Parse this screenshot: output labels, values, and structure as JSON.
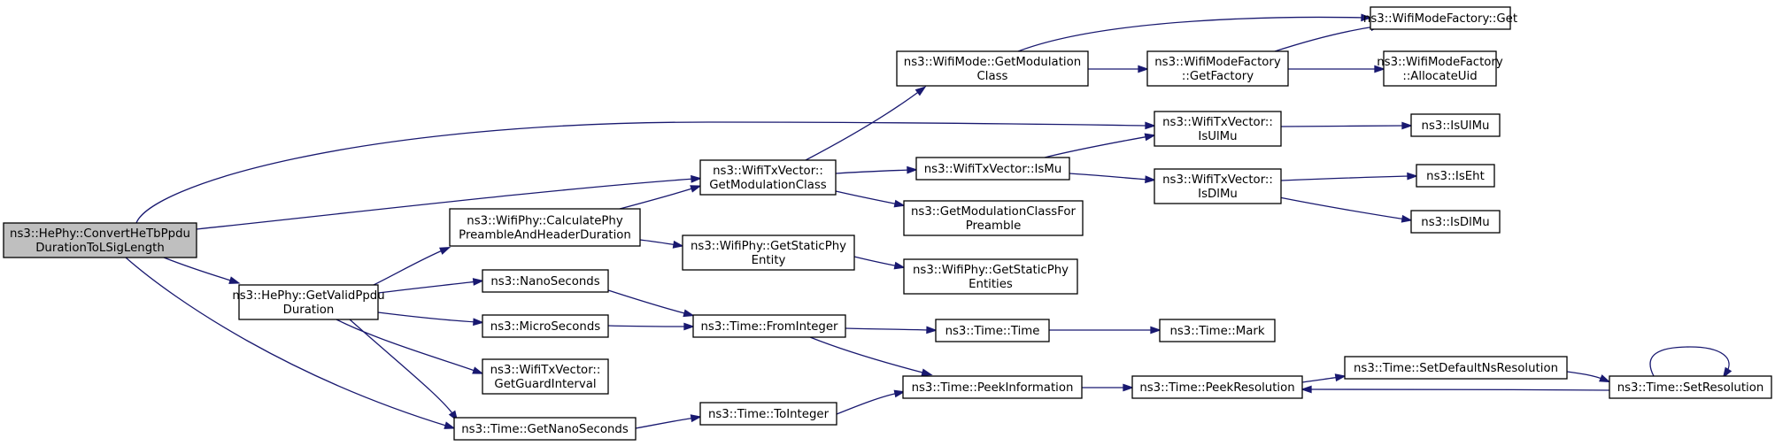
{
  "nodes": [
    {
      "id": "root",
      "lines": [
        "ns3::HePhy::ConvertHeTbPpdu",
        "DurationToLSigLength"
      ],
      "root": true
    },
    {
      "id": "getvalidppdu",
      "lines": [
        "ns3::HePhy::GetValidPpdu",
        "Duration"
      ]
    },
    {
      "id": "getnanoseconds",
      "lines": [
        "ns3::Time::GetNanoSeconds"
      ]
    },
    {
      "id": "calcphypreamble",
      "lines": [
        "ns3::WifiPhy::CalculatePhy",
        "PreambleAndHeaderDuration"
      ]
    },
    {
      "id": "nanoseconds",
      "lines": [
        "ns3::NanoSeconds"
      ]
    },
    {
      "id": "microseconds",
      "lines": [
        "ns3::MicroSeconds"
      ]
    },
    {
      "id": "getguardinterval",
      "lines": [
        "ns3::WifiTxVector::",
        "GetGuardInterval"
      ]
    },
    {
      "id": "getmodclass_txv",
      "lines": [
        "ns3::WifiTxVector::",
        "GetModulationClass"
      ]
    },
    {
      "id": "getstaticphyentity",
      "lines": [
        "ns3::WifiPhy::GetStaticPhy",
        "Entity"
      ]
    },
    {
      "id": "frominteger",
      "lines": [
        "ns3::Time::FromInteger"
      ]
    },
    {
      "id": "tointeger",
      "lines": [
        "ns3::Time::ToInteger"
      ]
    },
    {
      "id": "getmodclass_mode",
      "lines": [
        "ns3::WifiMode::GetModulation",
        "Class"
      ]
    },
    {
      "id": "ismu",
      "lines": [
        "ns3::WifiTxVector::IsMu"
      ]
    },
    {
      "id": "getmodclassforpreamble",
      "lines": [
        "ns3::GetModulationClassFor",
        "Preamble"
      ]
    },
    {
      "id": "getstaticphyentities",
      "lines": [
        "ns3::WifiPhy::GetStaticPhy",
        "Entities"
      ]
    },
    {
      "id": "timetime",
      "lines": [
        "ns3::Time::Time"
      ]
    },
    {
      "id": "peekinformation",
      "lines": [
        "ns3::Time::PeekInformation"
      ]
    },
    {
      "id": "getfactory",
      "lines": [
        "ns3::WifiModeFactory",
        "::GetFactory"
      ]
    },
    {
      "id": "isulmu_txv",
      "lines": [
        "ns3::WifiTxVector::",
        "IsUlMu"
      ]
    },
    {
      "id": "isdlmu_txv",
      "lines": [
        "ns3::WifiTxVector::",
        "IsDlMu"
      ]
    },
    {
      "id": "mark",
      "lines": [
        "ns3::Time::Mark"
      ]
    },
    {
      "id": "peekresolution",
      "lines": [
        "ns3::Time::PeekResolution"
      ]
    },
    {
      "id": "factoryget",
      "lines": [
        "ns3::WifiModeFactory::Get"
      ]
    },
    {
      "id": "allocateuid",
      "lines": [
        "ns3::WifiModeFactory",
        "::AllocateUid"
      ]
    },
    {
      "id": "isulmu",
      "lines": [
        "ns3::IsUlMu"
      ]
    },
    {
      "id": "iseht",
      "lines": [
        "ns3::IsEht"
      ]
    },
    {
      "id": "isdlmu",
      "lines": [
        "ns3::IsDlMu"
      ]
    },
    {
      "id": "setdefaultnsres",
      "lines": [
        "ns3::Time::SetDefaultNsResolution"
      ]
    },
    {
      "id": "setresolution",
      "lines": [
        "ns3::Time::SetResolution"
      ]
    }
  ],
  "edges": [
    [
      "root",
      "isulmu_txv"
    ],
    [
      "root",
      "getmodclass_txv"
    ],
    [
      "root",
      "getvalidppdu"
    ],
    [
      "root",
      "getnanoseconds"
    ],
    [
      "getvalidppdu",
      "calcphypreamble"
    ],
    [
      "getvalidppdu",
      "nanoseconds"
    ],
    [
      "getvalidppdu",
      "microseconds"
    ],
    [
      "getvalidppdu",
      "getguardinterval"
    ],
    [
      "getvalidppdu",
      "getnanoseconds"
    ],
    [
      "calcphypreamble",
      "getmodclass_txv"
    ],
    [
      "calcphypreamble",
      "getstaticphyentity"
    ],
    [
      "nanoseconds",
      "frominteger"
    ],
    [
      "microseconds",
      "frominteger"
    ],
    [
      "getnanoseconds",
      "tointeger"
    ],
    [
      "getmodclass_txv",
      "getmodclass_mode"
    ],
    [
      "getmodclass_txv",
      "ismu"
    ],
    [
      "getmodclass_txv",
      "getmodclassforpreamble"
    ],
    [
      "getstaticphyentity",
      "getstaticphyentities"
    ],
    [
      "frominteger",
      "timetime"
    ],
    [
      "frominteger",
      "peekinformation"
    ],
    [
      "tointeger",
      "peekinformation"
    ],
    [
      "getmodclass_mode",
      "factoryget"
    ],
    [
      "getmodclass_mode",
      "getfactory"
    ],
    [
      "ismu",
      "isulmu_txv"
    ],
    [
      "ismu",
      "isdlmu_txv"
    ],
    [
      "timetime",
      "mark"
    ],
    [
      "peekinformation",
      "peekresolution"
    ],
    [
      "getfactory",
      "factoryget"
    ],
    [
      "getfactory",
      "allocateuid"
    ],
    [
      "isulmu_txv",
      "isulmu"
    ],
    [
      "isdlmu_txv",
      "iseht"
    ],
    [
      "isdlmu_txv",
      "isdlmu"
    ],
    [
      "peekresolution",
      "setdefaultnsres"
    ],
    [
      "setdefaultnsres",
      "setresolution"
    ],
    [
      "setresolution",
      "peekresolution"
    ],
    [
      "setresolution",
      "setresolution"
    ]
  ]
}
